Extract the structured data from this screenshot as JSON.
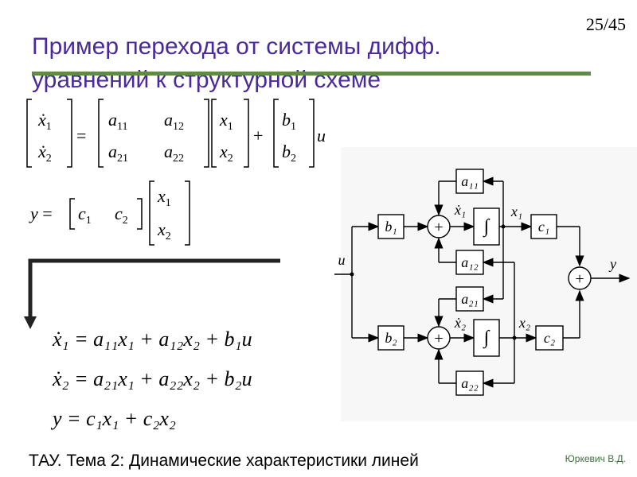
{
  "header": {
    "title_line1": "Пример перехода от системы дифф.",
    "title_line2": "уравнений к структурной схеме",
    "page_number": "25/45"
  },
  "footer": {
    "course": "ТАУ. Тема 2: Динамические характеристики линей",
    "author": "Юркевич В.Д."
  },
  "equations": {
    "eq1": {
      "lhs": "ẋ",
      "rhs_a": "a",
      "rhs_b": "x",
      "plus": "+",
      "b": "b",
      "u": "u"
    },
    "eq_x1": "ẋ₁ = a₁₁x₁ + a₁₂x₂ + b₁u",
    "eq_x2": "ẋ₂ = a₂₁x₁ + a₂₂x₂ + b₂u",
    "eq_y": "y = c₁x₁ + c₂x₂"
  },
  "diagram": {
    "input": "u",
    "output": "y",
    "blocks": {
      "b1": "b₁",
      "b2": "b₂",
      "a11": "a₁₁",
      "a12": "a₁₂",
      "a21": "a₂₁",
      "a22": "a₂₂",
      "c1": "c₁",
      "c2": "c₂",
      "int": "∫"
    },
    "signals": {
      "x1dot": "ẋ₁",
      "x2dot": "ẋ₂",
      "x1": "x₁",
      "x2": "x₂"
    },
    "plus": "+"
  }
}
